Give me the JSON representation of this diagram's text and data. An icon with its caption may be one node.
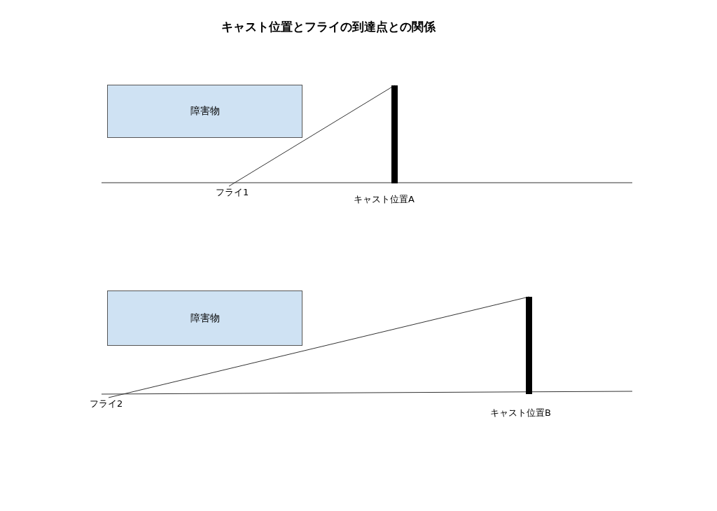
{
  "diagram": {
    "title": "キャスト位置とフライの到達点との関係",
    "nodes": [
      {
        "text": [
          "障害物"
        ]
      },
      {
        "text": [],
        "shape": "bar",
        "beside": [
          "キャスト位置A"
        ]
      },
      {
        "text": [
          "フライ1"
        ]
      },
      {
        "text": [
          "障害物"
        ]
      },
      {
        "text": [],
        "shape": "bar",
        "beside": [
          "キャスト位置B"
        ]
      },
      {
        "text": [
          "フライ2"
        ]
      }
    ],
    "edges": [
      {
        "from": 1,
        "to": 2,
        "arrow": "none"
      },
      {
        "from": 4,
        "to": 5,
        "arrow": "none"
      }
    ]
  }
}
